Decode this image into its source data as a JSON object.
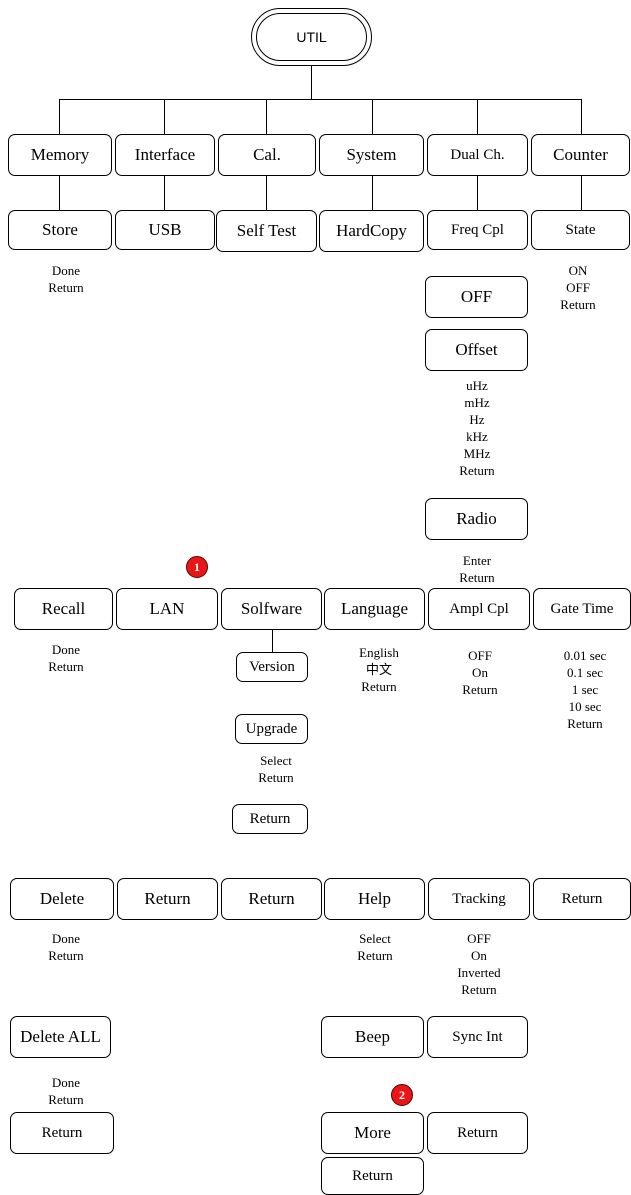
{
  "root": {
    "label": "UTIL"
  },
  "tree": {
    "row1": [
      {
        "name": "menu-memory-button",
        "label": "Memory"
      },
      {
        "name": "menu-interface-button",
        "label": "Interface"
      },
      {
        "name": "menu-cal-button",
        "label": "Cal."
      },
      {
        "name": "menu-system-button",
        "label": "System"
      },
      {
        "name": "menu-dual-ch-button",
        "label": "Dual Ch."
      },
      {
        "name": "menu-counter-button",
        "label": "Counter"
      }
    ],
    "row2": [
      {
        "name": "menu-store-button",
        "label": "Store"
      },
      {
        "name": "menu-usb-button",
        "label": "USB"
      },
      {
        "name": "menu-self-test-button",
        "label": "Self Test"
      },
      {
        "name": "menu-hardcopy-button",
        "label": "HardCopy"
      },
      {
        "name": "menu-freq-cpl-button",
        "label": "Freq Cpl"
      },
      {
        "name": "menu-state-button",
        "label": "State"
      }
    ],
    "store_options": [
      "Done",
      "Return"
    ],
    "state_options": [
      "ON",
      "OFF",
      "Return"
    ],
    "freq_cpl": {
      "off_label": "OFF",
      "offset_label": "Offset",
      "offset_units": [
        "uHz",
        "mHz",
        "Hz",
        "kHz",
        "MHz",
        "Return"
      ],
      "radio_label": "Radio",
      "radio_options": [
        "Enter",
        "Return"
      ]
    },
    "row3": [
      {
        "name": "menu-recall-button",
        "label": "Recall"
      },
      {
        "name": "menu-lan-button",
        "label": "LAN"
      },
      {
        "name": "menu-software-button",
        "label": "Solfware"
      },
      {
        "name": "menu-language-button",
        "label": "Language"
      },
      {
        "name": "menu-ampl-cpl-button",
        "label": "Ampl Cpl"
      },
      {
        "name": "menu-gate-time-button",
        "label": "Gate Time"
      }
    ],
    "recall_options": [
      "Done",
      "Return"
    ],
    "software": {
      "version_label": "Version",
      "upgrade_label": "Upgrade",
      "upgrade_options": [
        "Select",
        "Return"
      ],
      "return_label": "Return"
    },
    "language_options": [
      "English",
      "中文",
      "Return"
    ],
    "ampl_cpl_options": [
      "OFF",
      "On",
      "Return"
    ],
    "gate_time_options": [
      "0.01 sec",
      "0.1 sec",
      "1 sec",
      "10 sec",
      "Return"
    ],
    "row4": [
      {
        "name": "menu-delete-button",
        "label": "Delete"
      },
      {
        "name": "menu-interface-return-button",
        "label": "Return"
      },
      {
        "name": "menu-cal-return-button",
        "label": "Return"
      },
      {
        "name": "menu-help-button",
        "label": "Help"
      },
      {
        "name": "menu-tracking-button",
        "label": "Tracking"
      },
      {
        "name": "menu-counter-return-button",
        "label": "Return"
      }
    ],
    "delete_options": [
      "Done",
      "Return"
    ],
    "help_options": [
      "Select",
      "Return"
    ],
    "tracking_options": [
      "OFF",
      "On",
      "Inverted",
      "Return"
    ],
    "delete_all_label": "Delete ALL",
    "delete_all_options": [
      "Done",
      "Return"
    ],
    "memory_return_label": "Return",
    "beep_label": "Beep",
    "sync_int_label": "Sync Int",
    "more_label": "More",
    "dual_return_label": "Return",
    "system_return_label": "Return"
  },
  "badges": {
    "one": "1",
    "two": "2"
  },
  "colors": {
    "badge": "#e81616",
    "line": "#000000",
    "background": "#ffffff"
  }
}
